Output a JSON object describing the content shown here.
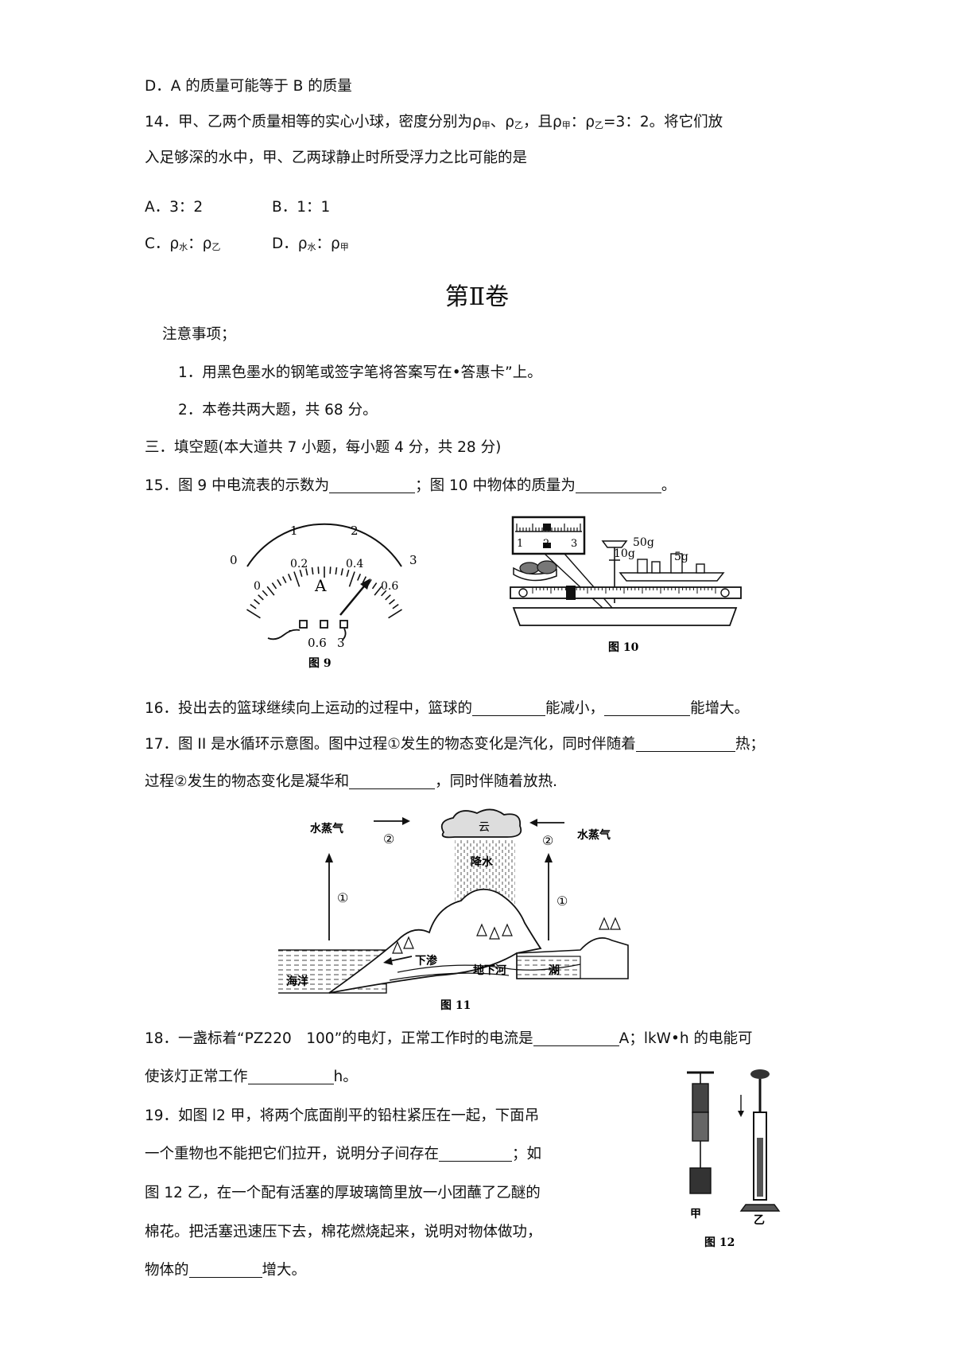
{
  "q13": {
    "option_d": "D．A 的质量可能等于 B 的质量"
  },
  "q14": {
    "stem_part1": "14．甲、乙两个质量相等的实心小球，密度分别为ρ",
    "sub_jia": "甲",
    "sep1": "、ρ",
    "sub_yi": "乙",
    "stem_part2": "，且ρ",
    "sep2": "：ρ",
    "stem_part3": "=3：2。将它们放",
    "stem_line2": "入足够深的水中，甲、乙两球静止时所受浮力之比可能的是",
    "option_a": "A．3：2",
    "option_b": "B．1：1",
    "option_c_prefix": "C．ρ",
    "sub_shui": "水",
    "colon": "：ρ",
    "option_d_prefix": "D．ρ"
  },
  "section_title": "第Ⅱ卷",
  "notes": {
    "heading": "注意事项；",
    "item1": "1．用黑色墨水的钢笔或签字笔将答案写在•答惠卡”上。",
    "item2": "2．本卷共两大题，共 68 分。"
  },
  "part3_heading": "三．填空题(本大道共 7 小题，每小题 4 分，共 28 分)",
  "q15": {
    "part1": "15．图 9 中电流表的示数为",
    "part2": "；图 10 中物体的质量为",
    "part3": "。"
  },
  "fig9": {
    "caption": "图 9",
    "scale_top": [
      "0",
      "1",
      "2",
      "3"
    ],
    "scale_bottom": [
      "0",
      "0.2",
      "0.4",
      "0.6"
    ],
    "unit": "A",
    "terminals": "0.6",
    "terminal_3": "3",
    "terminal_minus": "-"
  },
  "fig10": {
    "caption": "图 10",
    "weights": [
      "10g",
      "50g",
      "5g"
    ],
    "zoom_ticks": [
      "1",
      "2",
      "3"
    ]
  },
  "q16": {
    "part1": "16．投出去的篮球继续向上运动的过程中，篮球的",
    "part2": "能减小，",
    "part3": "能增大。"
  },
  "q17": {
    "line1_part1": "17．图 II 是水循环示意图。图中过程①发生的物态变化是汽化，同时伴随着",
    "line1_part2": "热；",
    "line2_part1": "过程②发生的物态变化是凝华和",
    "line2_part2": "，同时伴随着放热."
  },
  "fig11": {
    "caption": "图 11",
    "vapor_left": "水蒸气",
    "vapor_right": "水蒸气",
    "cloud": "云",
    "circle2": "②",
    "circle1": "①",
    "precip": "降水",
    "seep": "下渗",
    "ocean": "海洋",
    "groundwater": "地下河",
    "lake": "湖"
  },
  "q18": {
    "line1_part1": "18．一盏标着“PZ220　100”的电灯，正常工作时的电流是",
    "line1_part2": "A；lkW•h 的电能可",
    "line2_part1": "使该灯正常工作",
    "line2_part2": "h。"
  },
  "q19": {
    "line1": "19．如图 l2 甲，将两个底面削平的铅柱紧压在一起，下面吊",
    "line2_part1": "一个重物也不能把它们拉开，说明分子间存在",
    "line2_part2": "；如",
    "line3": "图 12 乙，在一个配有活塞的厚玻璃筒里放一小团蘸了乙醚的",
    "line4": "棉花。把活塞迅速压下去，棉花燃烧起来，说明对物体做功，",
    "line5_part1": "物体的",
    "line5_part2": "增大。"
  },
  "fig12": {
    "caption": "图 12",
    "label_jia": "甲",
    "label_yi": "乙"
  }
}
